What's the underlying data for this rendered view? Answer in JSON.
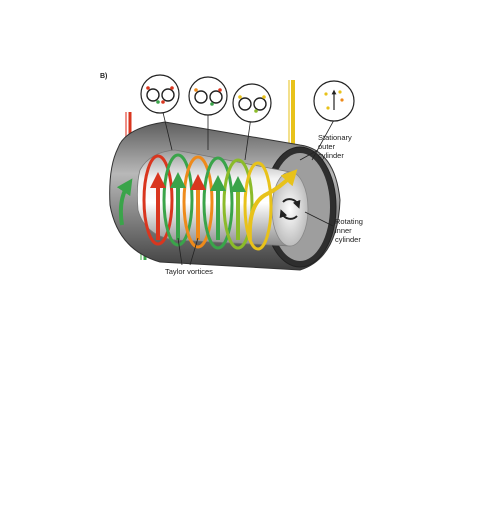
{
  "figure": {
    "panel_letter": "B)",
    "labels": {
      "outer_line1": "Stationary",
      "outer_line2": "outer",
      "outer_line3": "cylinder",
      "inner_line1": "Rotating",
      "inner_line2": "inner",
      "inner_line3": "cylinder",
      "vortices": "Taylor vortices"
    },
    "colors": {
      "red": "#d9361f",
      "orange": "#ee8a1b",
      "yellow": "#e8c21a",
      "green": "#3aa44a",
      "outer_shell": "#8e8e8e",
      "inner_cylinder": "#d6d6d6"
    },
    "icons": [
      "rotation-arrow-icon",
      "flow-arrow-icon",
      "magnified-vortex-icon"
    ]
  }
}
